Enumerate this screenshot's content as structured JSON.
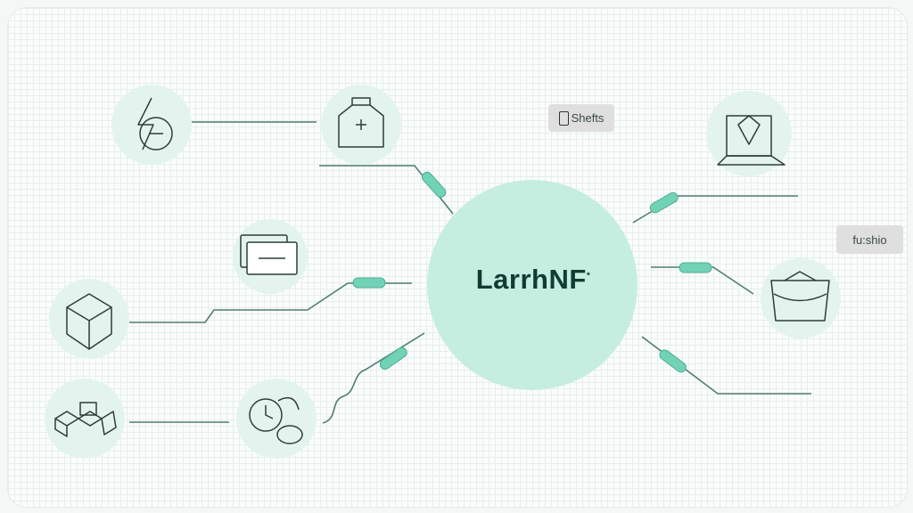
{
  "center": {
    "label": "LarrhNF",
    "mark": "*"
  },
  "tags": [
    {
      "label": "Shefts",
      "icon": "tablet-icon"
    },
    {
      "label": "fu:shio"
    }
  ],
  "colors": {
    "hub": "#c6eee0",
    "connector": "#72d2b6",
    "line": "#4f7d70",
    "text": "#0f3d33"
  },
  "icons": [
    "lightning-refresh-icon",
    "medical-box-icon",
    "laptop-box-icon",
    "stacked-cards-icon",
    "cube-icon",
    "basket-icon",
    "blocks-icon",
    "clock-mouse-icon"
  ]
}
